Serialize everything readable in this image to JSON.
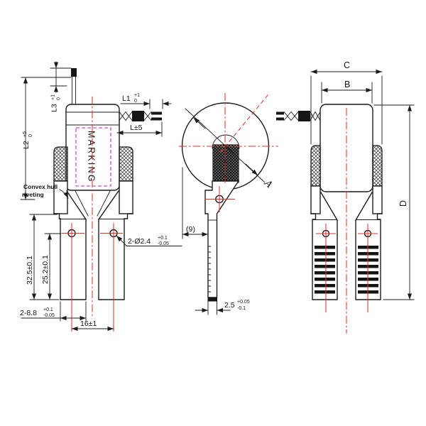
{
  "drawing": {
    "title": "thermal-device outline drawing, three orthographic views",
    "colors": {
      "line": "#1c1c1c",
      "centerline": "#e23227",
      "marking_box": "#c94fc9",
      "background": "#ffffff"
    },
    "labels": {
      "l2": {
        "main": "L2",
        "sup": "+5",
        "sub": "0"
      },
      "l3": {
        "main": "L3",
        "sup": "+1",
        "sub": "0"
      },
      "l1": {
        "main": "L1",
        "sup": "+1",
        "sub": "0"
      },
      "l_plus_minus_5": "L±5",
      "marking": "MARKING",
      "convex_note_line1": "Convex hull",
      "convex_note_line2": "riveting",
      "dim_32_5": "32.5±0.1",
      "dim_25_2": "25.2±0.1",
      "dim_8_8": {
        "main": "2-8.8",
        "sup": "+0.1",
        "sub": "-0.05"
      },
      "dim_16": "16±1",
      "dim_hole": {
        "main": "2-Ø2.4",
        "sup": "+0.1",
        "sub": "-0.05"
      },
      "dim_9": "(9)",
      "dim_a": "A",
      "dim_2_5": {
        "main": "2.5",
        "sup": "+0.05",
        "sub": "-0.1"
      },
      "dim_c": "C",
      "dim_b": "B",
      "dim_d": "D"
    }
  }
}
